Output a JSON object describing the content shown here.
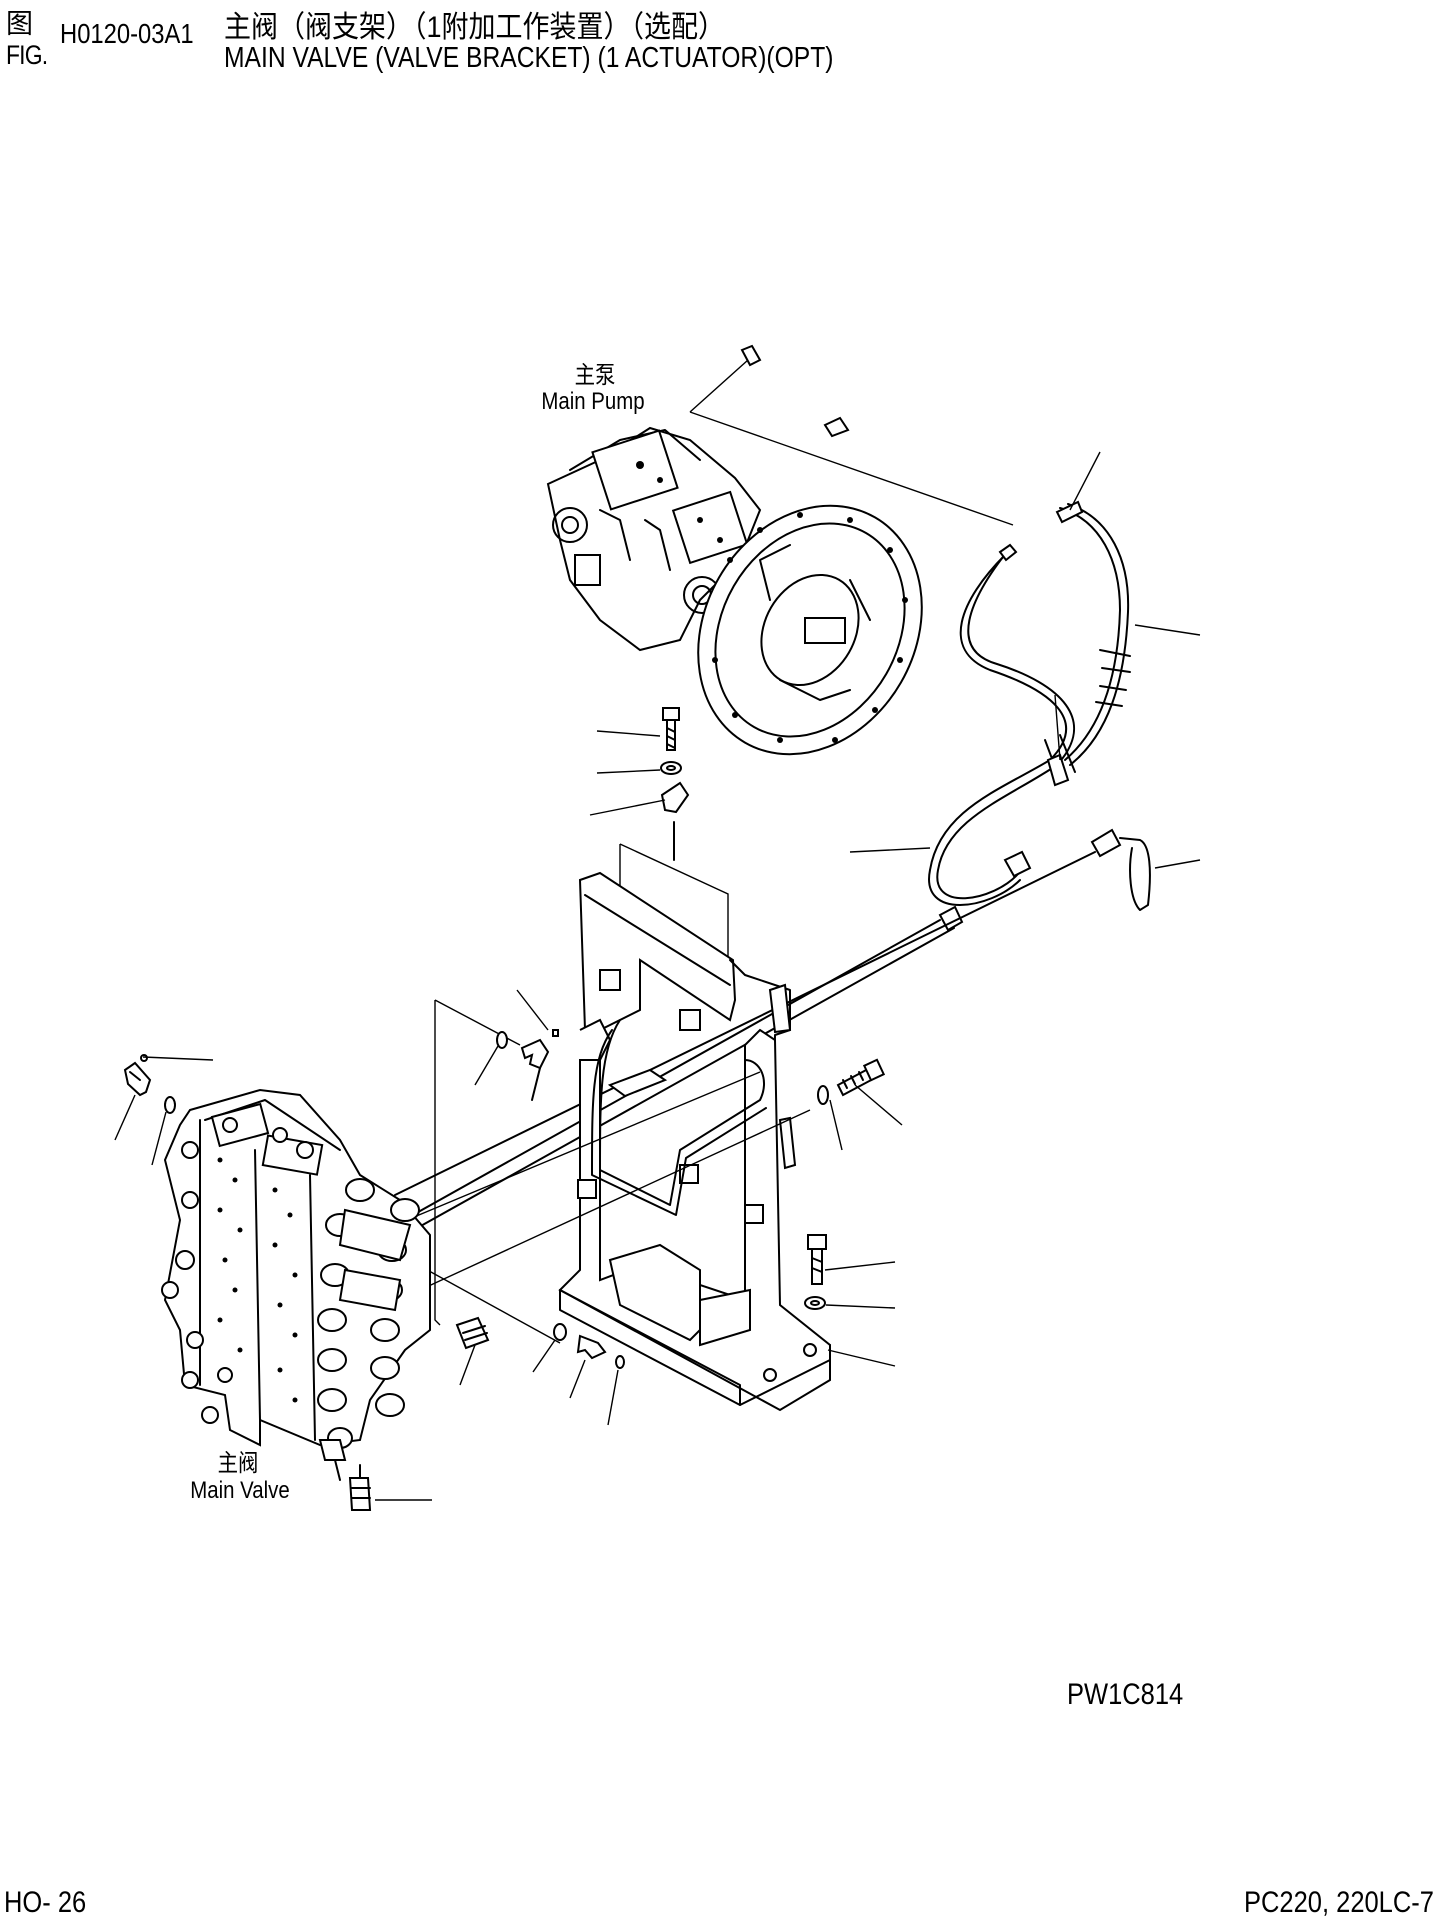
{
  "header": {
    "fig_label_cn": "图",
    "fig_label_en": "FIG.",
    "fig_code": "H0120-03A1",
    "title_cn": "主阀（阀支架）（1附加工作装置）（选配）",
    "title_en": "MAIN VALVE (VALVE BRACKET) (1 ACTUATOR)(OPT)"
  },
  "labels": {
    "main_pump_cn": "主泵",
    "main_pump_en": "Main Pump",
    "main_valve_cn": "主阀",
    "main_valve_en": "Main Valve"
  },
  "drawing_code": "PW1C814",
  "footer": {
    "page": "HO- 26",
    "model": "PC220, 220LC-7"
  }
}
